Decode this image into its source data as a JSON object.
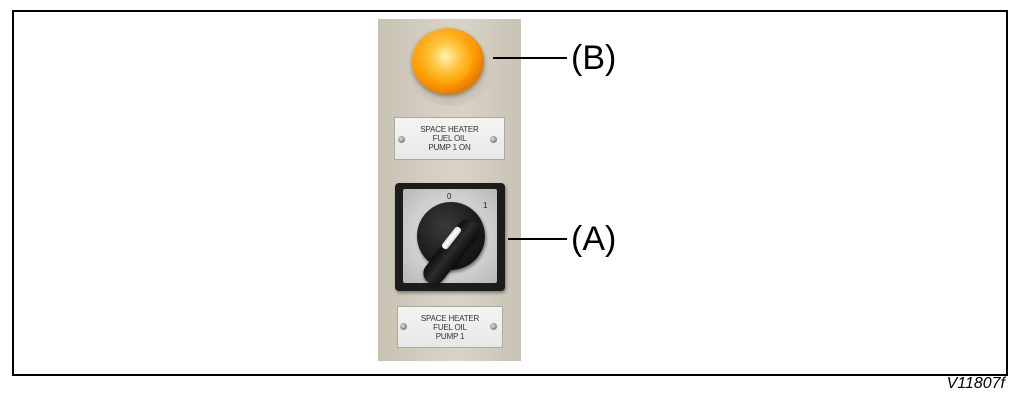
{
  "figure": {
    "figure_id": "V11807f"
  },
  "lamp": {
    "color": "#ff9a00",
    "plate_lines": [
      "SPACE HEATER",
      "FUEL OIL",
      "PUMP 1  ON"
    ]
  },
  "switch": {
    "position_marks": [
      "0",
      "1"
    ],
    "plate_lines": [
      "SPACE HEATER",
      "FUEL OIL",
      "PUMP 1"
    ]
  },
  "callouts": {
    "b_label": "(B)",
    "a_label": "(A)"
  }
}
